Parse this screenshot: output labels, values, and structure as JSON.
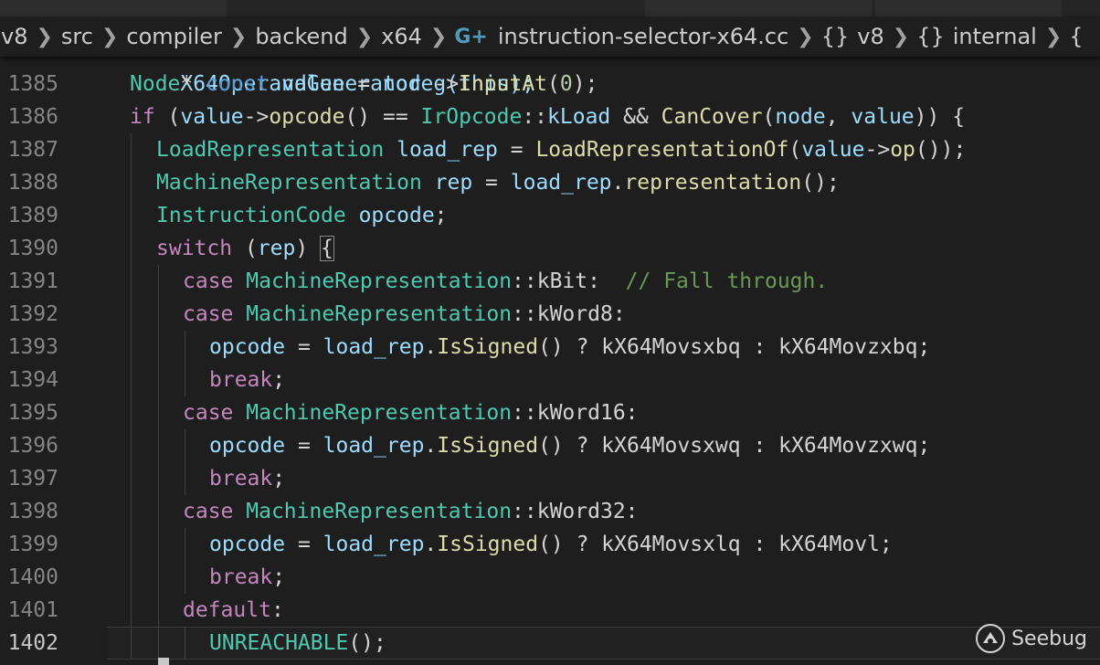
{
  "breadcrumb": {
    "items": [
      "v8",
      "src",
      "compiler",
      "backend",
      "x64"
    ],
    "file_icon": "C++",
    "file": "instruction-selector-x64.cc",
    "namespace1": "v8",
    "namespace2": "internal",
    "braces": "{}",
    "trailing": "{"
  },
  "watermark": {
    "text": "Seebug"
  },
  "colors": {
    "background": "#1e1e1e",
    "keyword": "#c586c0",
    "storage": "#569cd6",
    "type": "#4ec9b0",
    "function": "#dcdcaa",
    "variable": "#9cdcfe",
    "comment": "#6a9955",
    "number": "#b5cea8"
  },
  "editor": {
    "current_line": "1402",
    "partial_top_line": "    X64OperandGenerator g(this);",
    "lines": [
      {
        "n": "1385",
        "indent": 0,
        "tokens": [
          [
            "ty",
            "Node"
          ],
          [
            "op",
            "* "
          ],
          [
            "kwb",
            "const"
          ],
          [
            "op",
            " "
          ],
          [
            "vr",
            "value"
          ],
          [
            "op",
            " = "
          ],
          [
            "vr",
            "node"
          ],
          [
            "op",
            "->"
          ],
          [
            "fn",
            "InputAt"
          ],
          [
            "op",
            "("
          ],
          [
            "nm",
            "0"
          ],
          [
            "op",
            ");"
          ]
        ]
      },
      {
        "n": "1386",
        "indent": 0,
        "tokens": [
          [
            "kw",
            "if"
          ],
          [
            "op",
            " ("
          ],
          [
            "vr",
            "value"
          ],
          [
            "op",
            "->"
          ],
          [
            "fn",
            "opcode"
          ],
          [
            "op",
            "() == "
          ],
          [
            "ty",
            "IrOpcode"
          ],
          [
            "op",
            "::"
          ],
          [
            "vr",
            "kLoad"
          ],
          [
            "op",
            " && "
          ],
          [
            "fn",
            "CanCover"
          ],
          [
            "op",
            "("
          ],
          [
            "vr",
            "node"
          ],
          [
            "op",
            ", "
          ],
          [
            "vr",
            "value"
          ],
          [
            "op",
            ")) {"
          ]
        ]
      },
      {
        "n": "1387",
        "indent": 1,
        "tokens": [
          [
            "ty",
            "LoadRepresentation"
          ],
          [
            "op",
            " "
          ],
          [
            "vr",
            "load_rep"
          ],
          [
            "op",
            " = "
          ],
          [
            "fn",
            "LoadRepresentationOf"
          ],
          [
            "op",
            "("
          ],
          [
            "vr",
            "value"
          ],
          [
            "op",
            "->"
          ],
          [
            "fn",
            "op"
          ],
          [
            "op",
            "());"
          ]
        ]
      },
      {
        "n": "1388",
        "indent": 1,
        "tokens": [
          [
            "ty",
            "MachineRepresentation"
          ],
          [
            "op",
            " "
          ],
          [
            "vr",
            "rep"
          ],
          [
            "op",
            " = "
          ],
          [
            "vr",
            "load_rep"
          ],
          [
            "op",
            "."
          ],
          [
            "fn",
            "representation"
          ],
          [
            "op",
            "();"
          ]
        ]
      },
      {
        "n": "1389",
        "indent": 1,
        "tokens": [
          [
            "ty",
            "InstructionCode"
          ],
          [
            "op",
            " "
          ],
          [
            "vr",
            "opcode"
          ],
          [
            "op",
            ";"
          ]
        ]
      },
      {
        "n": "1390",
        "indent": 1,
        "tokens": [
          [
            "kw",
            "switch"
          ],
          [
            "op",
            " ("
          ],
          [
            "vr",
            "rep"
          ],
          [
            "op",
            ") "
          ],
          [
            "bm",
            "{"
          ]
        ]
      },
      {
        "n": "1391",
        "indent": 2,
        "tokens": [
          [
            "kw",
            "case"
          ],
          [
            "op",
            " "
          ],
          [
            "ty",
            "MachineRepresentation"
          ],
          [
            "op",
            "::kBit:  "
          ],
          [
            "cm",
            "// Fall through."
          ]
        ]
      },
      {
        "n": "1392",
        "indent": 2,
        "tokens": [
          [
            "kw",
            "case"
          ],
          [
            "op",
            " "
          ],
          [
            "ty",
            "MachineRepresentation"
          ],
          [
            "op",
            "::kWord8:"
          ]
        ]
      },
      {
        "n": "1393",
        "indent": 3,
        "tokens": [
          [
            "vr",
            "opcode"
          ],
          [
            "op",
            " = "
          ],
          [
            "vr",
            "load_rep"
          ],
          [
            "op",
            "."
          ],
          [
            "fn",
            "IsSigned"
          ],
          [
            "op",
            "() ? kX64Movsxbq : kX64Movzxbq;"
          ]
        ]
      },
      {
        "n": "1394",
        "indent": 3,
        "tokens": [
          [
            "kw",
            "break"
          ],
          [
            "op",
            ";"
          ]
        ]
      },
      {
        "n": "1395",
        "indent": 2,
        "tokens": [
          [
            "kw",
            "case"
          ],
          [
            "op",
            " "
          ],
          [
            "ty",
            "MachineRepresentation"
          ],
          [
            "op",
            "::kWord16:"
          ]
        ]
      },
      {
        "n": "1396",
        "indent": 3,
        "tokens": [
          [
            "vr",
            "opcode"
          ],
          [
            "op",
            " = "
          ],
          [
            "vr",
            "load_rep"
          ],
          [
            "op",
            "."
          ],
          [
            "fn",
            "IsSigned"
          ],
          [
            "op",
            "() ? kX64Movsxwq : kX64Movzxwq;"
          ]
        ]
      },
      {
        "n": "1397",
        "indent": 3,
        "tokens": [
          [
            "kw",
            "break"
          ],
          [
            "op",
            ";"
          ]
        ]
      },
      {
        "n": "1398",
        "indent": 2,
        "tokens": [
          [
            "kw",
            "case"
          ],
          [
            "op",
            " "
          ],
          [
            "ty",
            "MachineRepresentation"
          ],
          [
            "op",
            "::kWord32:"
          ]
        ]
      },
      {
        "n": "1399",
        "indent": 3,
        "tokens": [
          [
            "vr",
            "opcode"
          ],
          [
            "op",
            " = "
          ],
          [
            "vr",
            "load_rep"
          ],
          [
            "op",
            "."
          ],
          [
            "fn",
            "IsSigned"
          ],
          [
            "op",
            "() ? kX64Movsxlq : kX64Movl;"
          ]
        ]
      },
      {
        "n": "1400",
        "indent": 3,
        "tokens": [
          [
            "kw",
            "break"
          ],
          [
            "op",
            ";"
          ]
        ]
      },
      {
        "n": "1401",
        "indent": 2,
        "tokens": [
          [
            "kw",
            "default"
          ],
          [
            "op",
            ":"
          ]
        ]
      },
      {
        "n": "1402",
        "indent": 3,
        "tokens": [
          [
            "ty",
            "UNREACHABLE"
          ],
          [
            "op",
            "();"
          ]
        ]
      }
    ]
  }
}
